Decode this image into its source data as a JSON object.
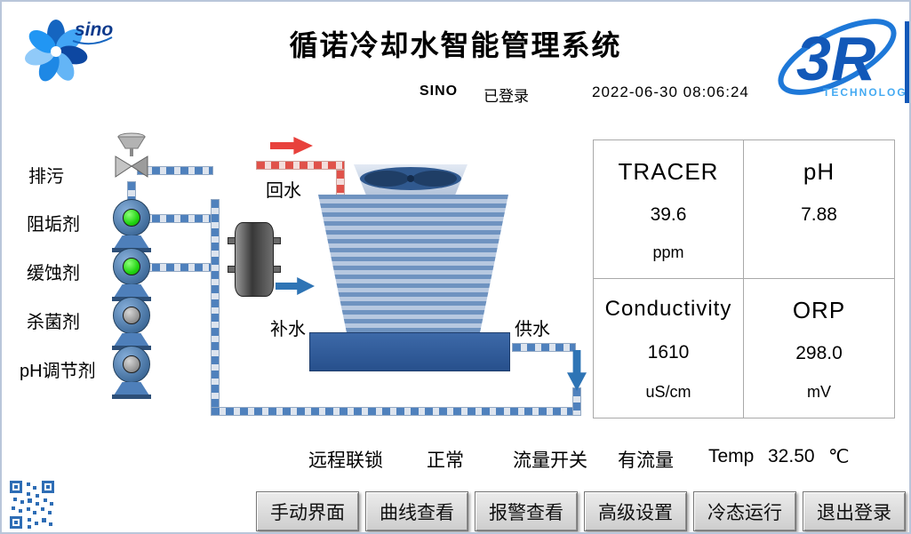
{
  "colors": {
    "accent_blue": "#2e74b5",
    "pipe_blue": "#4f81bd",
    "pipe_red": "#e8413c",
    "tower_blue": "#27508c",
    "pump_on": "#21d411",
    "pump_off": "#9a9a9a",
    "button_face": "#d8d8d8",
    "logo_blue": "#1258b8"
  },
  "header": {
    "title": "循诺冷却水智能管理系统",
    "left_logo_text": "sino",
    "right_logo_text": "3R",
    "right_logo_sub": "TECHNOLOGY",
    "user": "SINO",
    "login_status": "已登录",
    "datetime": "2022-06-30  08:06:24"
  },
  "diagram": {
    "blowdown_label": "排污",
    "dosing_pumps": [
      {
        "label": "阻垢剂",
        "state": "on"
      },
      {
        "label": "缓蚀剂",
        "state": "on"
      },
      {
        "label": "杀菌剂",
        "state": "off"
      },
      {
        "label": "pH调节剂",
        "state": "off"
      }
    ],
    "return_water_label": "回水",
    "makeup_water_label": "补水",
    "supply_water_label": "供水"
  },
  "readings": [
    {
      "name": "TRACER",
      "value": "39.6",
      "unit": "ppm"
    },
    {
      "name": "pH",
      "value": "7.88",
      "unit": ""
    },
    {
      "name": "Conductivity",
      "value": "1610",
      "unit": "uS/cm"
    },
    {
      "name": "ORP",
      "value": "298.0",
      "unit": "mV"
    }
  ],
  "status_bar": {
    "interlock_label": "远程联锁",
    "interlock_value": "正常",
    "flow_label": "流量开关",
    "flow_value": "有流量",
    "temp_label": "Temp",
    "temp_value": "32.50",
    "temp_unit": "℃"
  },
  "nav_buttons": [
    {
      "label": "手动界面"
    },
    {
      "label": "曲线查看"
    },
    {
      "label": "报警查看"
    },
    {
      "label": "高级设置"
    },
    {
      "label": "冷态运行"
    },
    {
      "label": "退出登录"
    }
  ]
}
